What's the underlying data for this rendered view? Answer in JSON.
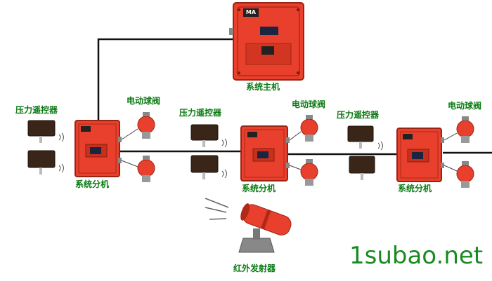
{
  "labels": {
    "main_unit": "系统主机",
    "sub_unit_1": "系统分机",
    "sub_unit_2": "系统分机",
    "sub_unit_3": "系统分机",
    "remote_1": "压力遥控器",
    "remote_2": "压力遥控器",
    "remote_3": "压力遥控器",
    "valve_1": "电动球阀",
    "valve_2": "电动球阀",
    "valve_3": "电动球阀",
    "emitter": "红外发射器"
  },
  "badge": "MA",
  "watermark": "1subao.net",
  "colors": {
    "box_body": "#e8402c",
    "box_dark": "#b02818",
    "label_green": "#0a7a12",
    "cable": "#111111",
    "watermark": "#1a8a22"
  }
}
